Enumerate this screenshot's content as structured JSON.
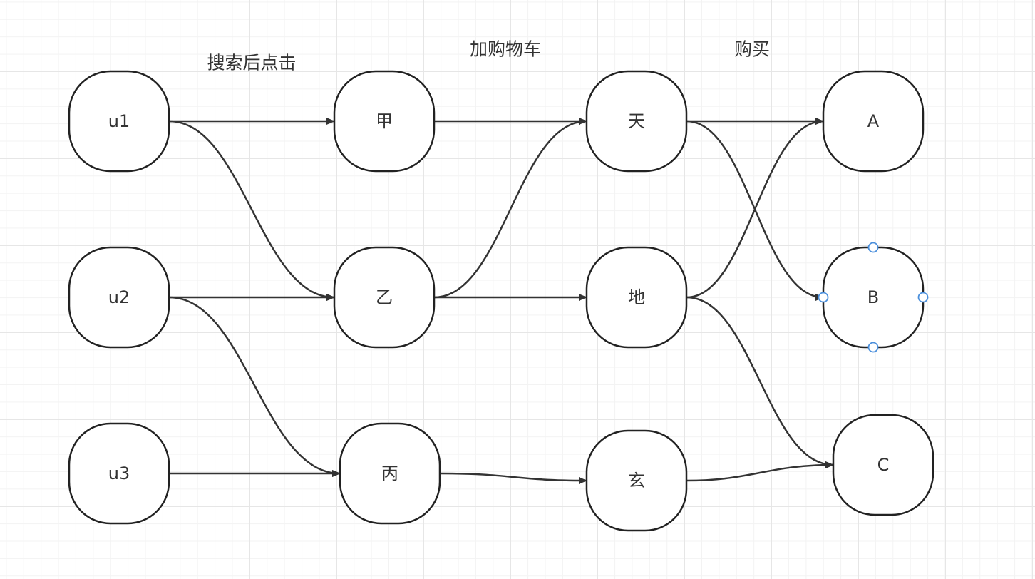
{
  "stages": [
    {
      "id": "click",
      "label": "搜索后点击"
    },
    {
      "id": "cart",
      "label": "加购物车"
    },
    {
      "id": "buy",
      "label": "购买"
    }
  ],
  "nodes": [
    {
      "id": "u1",
      "label": "u1"
    },
    {
      "id": "u2",
      "label": "u2"
    },
    {
      "id": "u3",
      "label": "u3"
    },
    {
      "id": "jia",
      "label": "甲"
    },
    {
      "id": "yi",
      "label": "乙"
    },
    {
      "id": "bing",
      "label": "丙"
    },
    {
      "id": "tian",
      "label": "天"
    },
    {
      "id": "di",
      "label": "地"
    },
    {
      "id": "xuan",
      "label": "玄"
    },
    {
      "id": "A",
      "label": "A"
    },
    {
      "id": "B",
      "label": "B",
      "selected": true
    },
    {
      "id": "C",
      "label": "C"
    }
  ],
  "edges": [
    {
      "from": "u1",
      "to": "jia"
    },
    {
      "from": "u1",
      "to": "yi"
    },
    {
      "from": "u2",
      "to": "yi"
    },
    {
      "from": "u2",
      "to": "bing"
    },
    {
      "from": "u3",
      "to": "bing"
    },
    {
      "from": "jia",
      "to": "tian"
    },
    {
      "from": "yi",
      "to": "tian"
    },
    {
      "from": "yi",
      "to": "di"
    },
    {
      "from": "bing",
      "to": "xuan"
    },
    {
      "from": "tian",
      "to": "A"
    },
    {
      "from": "tian",
      "to": "B"
    },
    {
      "from": "di",
      "to": "A"
    },
    {
      "from": "di",
      "to": "C"
    },
    {
      "from": "xuan",
      "to": "C"
    }
  ],
  "colors": {
    "stroke": "#222222",
    "edge": "#333333",
    "selection_handle": "#4a8fdc",
    "background": "#ffffff"
  }
}
